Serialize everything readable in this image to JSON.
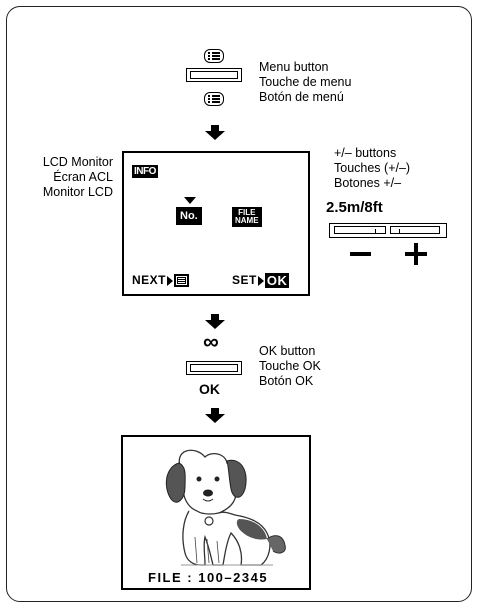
{
  "menu_button": {
    "labels": [
      "Menu button",
      "Touche de menu",
      "Botón de menú"
    ]
  },
  "lcd_monitor": {
    "labels": [
      "LCD Monitor",
      "Écran ACL",
      "Monitor LCD"
    ],
    "screen": {
      "info": "INFO",
      "no": "No.",
      "file_name": [
        "FILE",
        "NAME"
      ],
      "next": "NEXT",
      "set": "SET",
      "ok": "OK"
    }
  },
  "zoom_buttons": {
    "labels": [
      "+/– buttons",
      "Touches (+/–)",
      "Botones +/–"
    ],
    "distance": "2.5m/8ft"
  },
  "ok_button": {
    "labels": [
      "OK button",
      "Touche OK",
      "Botón OK"
    ],
    "symbol": "∞",
    "text": "OK"
  },
  "photo": {
    "caption": "FILE : 100–2345"
  }
}
